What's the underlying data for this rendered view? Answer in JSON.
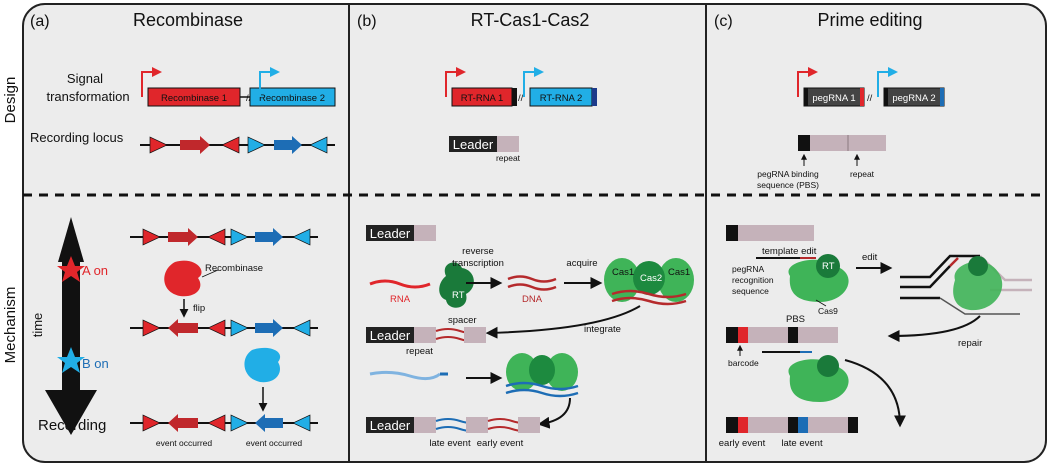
{
  "side_labels": {
    "design": "Design",
    "mechanism": "Mechanism"
  },
  "panels": {
    "a": {
      "letter": "(a)",
      "title": "Recombinase",
      "signal_label_1": "Signal",
      "signal_label_2": "transformation",
      "recording_locus": "Recording locus",
      "gene1": "Recombinase 1",
      "gene2": "Recombinase 2",
      "enzyme": "Recombinase",
      "flip": "flip",
      "a_on": "A on",
      "b_on": "B on",
      "time": "time",
      "recording": "Recording",
      "event1": "event occurred",
      "event2": "event occurred"
    },
    "b": {
      "letter": "(b)",
      "title": "RT-Cas1-Cas2",
      "gene1": "RT-RNA 1",
      "gene2": "RT-RNA 2",
      "leader": "Leader",
      "repeat": "repeat",
      "rna": "RNA",
      "rt": "RT",
      "rev1": "reverse",
      "rev2": "transcription",
      "dna": "DNA",
      "acquire": "acquire",
      "cas1": "Cas1",
      "cas2": "Cas2",
      "spacer": "spacer",
      "integrate": "integrate",
      "late": "late event",
      "early": "early event"
    },
    "c": {
      "letter": "(c)",
      "title": "Prime editing",
      "gene1": "pegRNA 1",
      "gene2": "pegRNA 2",
      "pbs1": "pegRNA binding",
      "pbs2": "sequence (PBS)",
      "repeat": "repeat",
      "template_edit": "template edit",
      "rec1": "pegRNA",
      "rec2": "recognition",
      "rec3": "sequence",
      "rt": "RT",
      "cas9": "Cas9",
      "edit": "edit",
      "pbs": "PBS",
      "barcode": "barcode",
      "repair": "repair",
      "early": "early event",
      "late": "late event"
    }
  },
  "colors": {
    "red": "#e0262b",
    "blue": "#21aee6",
    "darkred": "#b52a2c",
    "darkblue": "#1d6db5",
    "green": "#3fb458",
    "darkgreen": "#1a7a3a",
    "mauve": "#c5b2ba",
    "gray": "#ececec"
  }
}
